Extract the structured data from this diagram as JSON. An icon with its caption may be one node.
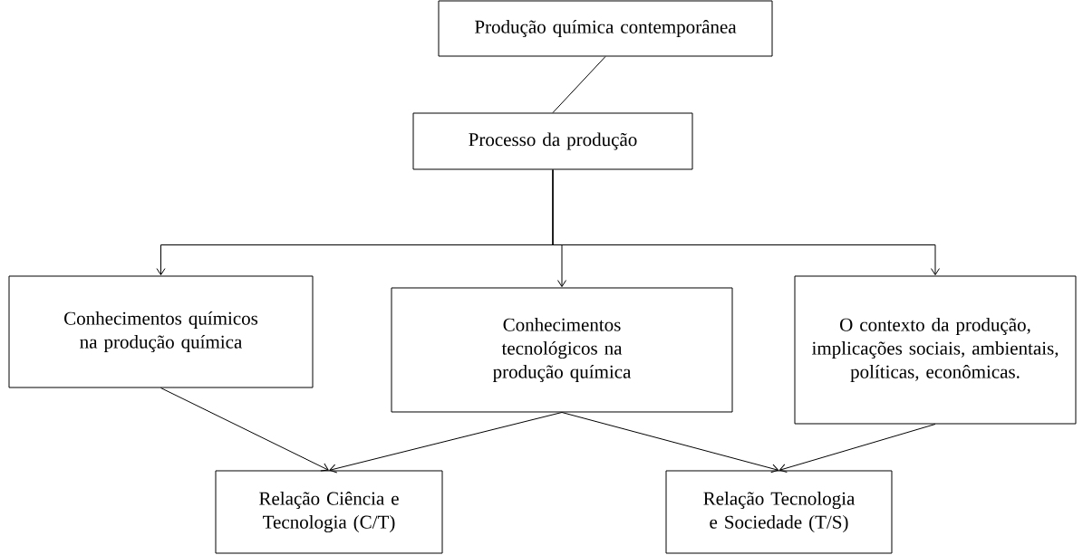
{
  "diagram": {
    "nodes": [
      {
        "text": [
          "Produção química contemporânea"
        ]
      },
      {
        "text": [
          "Processo da produção"
        ]
      },
      {
        "text": [
          "Conhecimentos químicos na produção química"
        ]
      },
      {
        "text": [
          "Conhecimentos tecnológicos na produção química"
        ]
      },
      {
        "text": [
          "O contexto da produção, implicações sociais, ambientais, políticas, econômicas."
        ]
      },
      {
        "text": [
          "Relação Ciência e Tecnologia (C/T)"
        ]
      },
      {
        "text": [
          "Relação Tecnologia e Sociedade (T/S)"
        ]
      }
    ],
    "edges": [
      {
        "from": 0,
        "to": 1,
        "arrow": "none"
      },
      {
        "from": 1,
        "to": 2,
        "arrow": "to"
      },
      {
        "from": 1,
        "to": 3,
        "arrow": "to"
      },
      {
        "from": 1,
        "to": 4,
        "arrow": "to"
      },
      {
        "from": 2,
        "to": 5,
        "arrow": "to"
      },
      {
        "from": 3,
        "to": 5,
        "arrow": "to"
      },
      {
        "from": 3,
        "to": 6,
        "arrow": "to"
      },
      {
        "from": 4,
        "to": 6,
        "arrow": "to"
      }
    ]
  }
}
